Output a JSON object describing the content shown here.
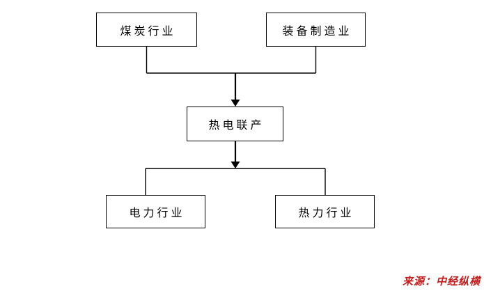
{
  "diagram": {
    "type": "flowchart",
    "nodes": {
      "coal": {
        "label": "煤炭行业"
      },
      "equipment": {
        "label": "装备制造业"
      },
      "chp": {
        "label": "热电联产"
      },
      "power": {
        "label": "电力行业"
      },
      "heat": {
        "label": "热力行业"
      }
    },
    "edges": [
      {
        "from": "coal",
        "to": "chp"
      },
      {
        "from": "equipment",
        "to": "chp"
      },
      {
        "from": "chp",
        "to": "power"
      },
      {
        "from": "chp",
        "to": "heat"
      }
    ],
    "source_note": "来源：中经纵横",
    "colors": {
      "line": "#000000",
      "box_border": "#000000",
      "box_fill": "#ffffff",
      "source_text": "#c01f1f",
      "background": "#ffffff"
    }
  }
}
